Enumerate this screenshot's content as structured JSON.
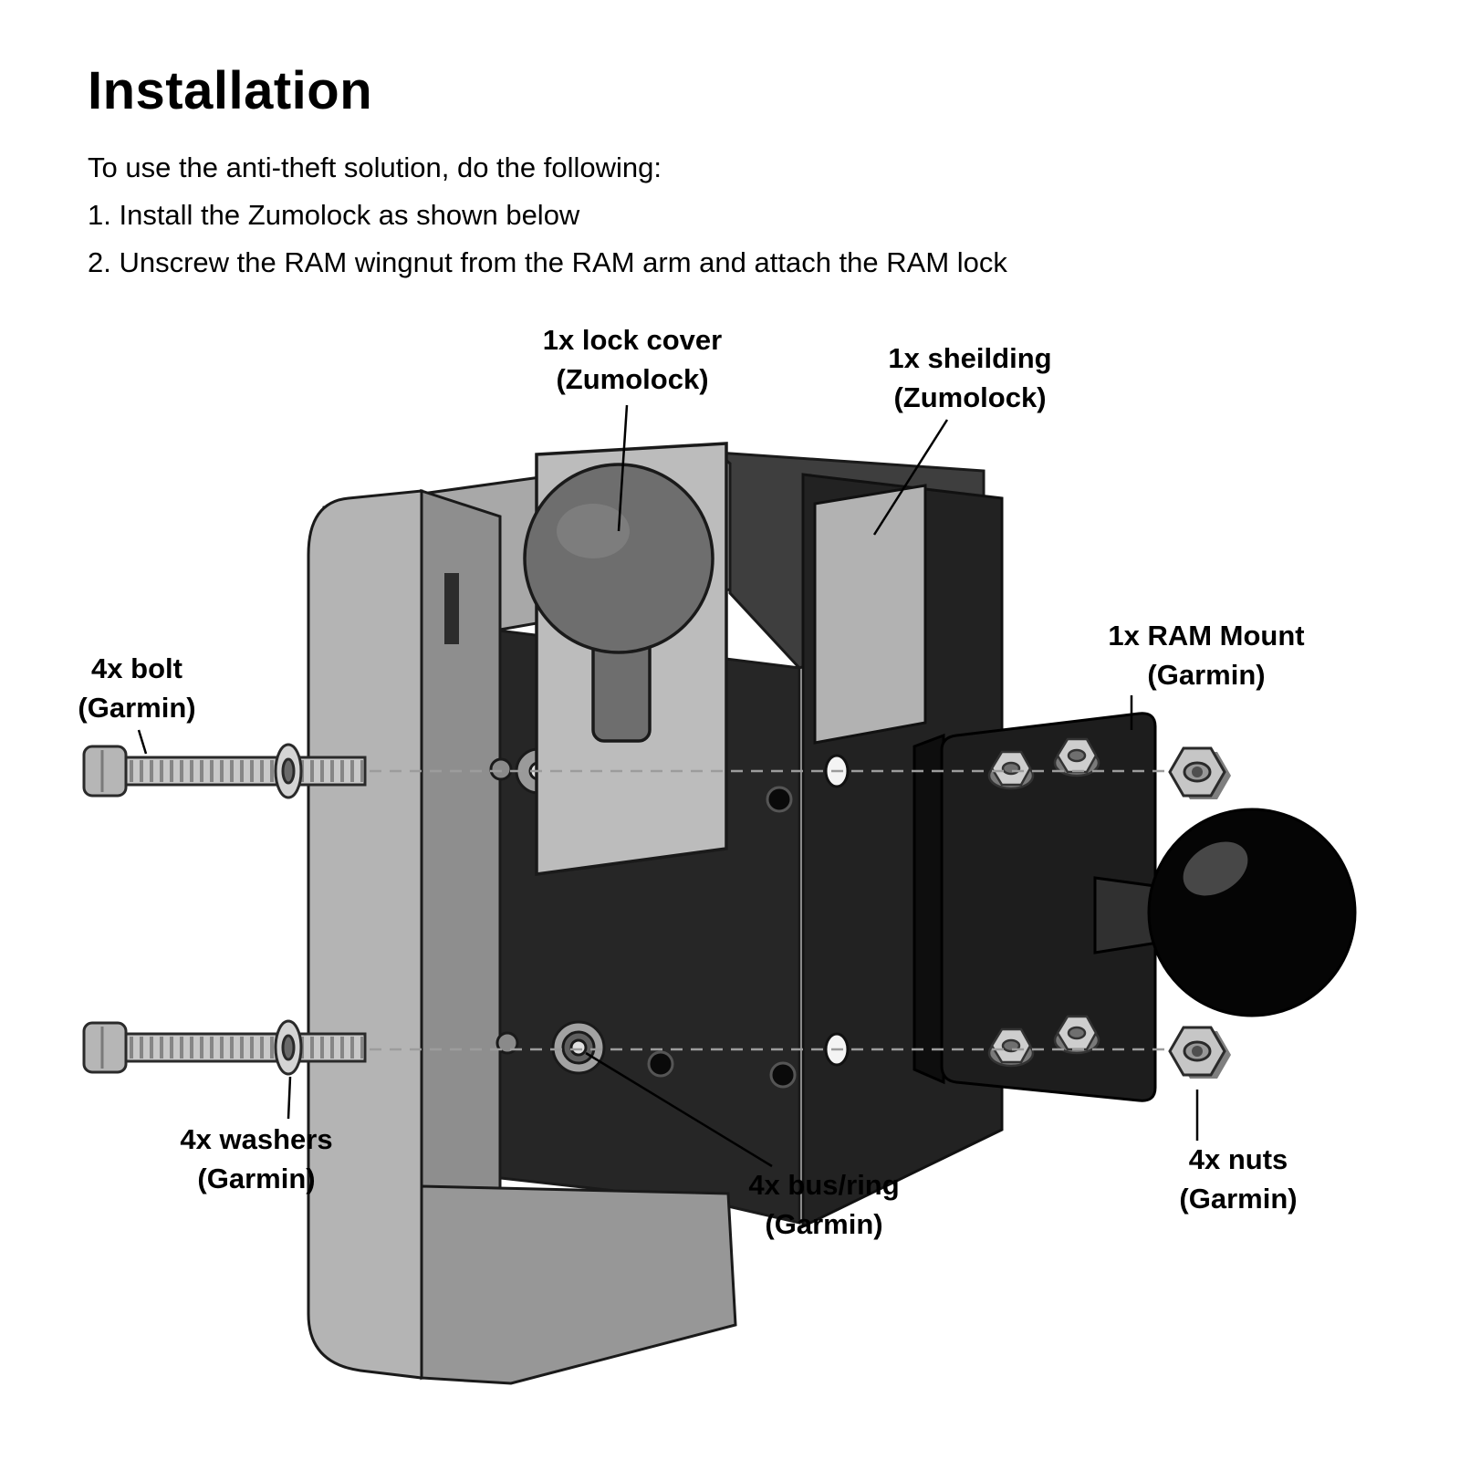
{
  "doc": {
    "title": "Installation",
    "intro": "To use the anti-theft solution, do the following:",
    "steps": [
      "1. Install the Zumolock as shown below",
      "2. Unscrew the RAM wingnut from the RAM arm and attach the RAM lock"
    ]
  },
  "callouts": [
    {
      "part": "lock-cover",
      "line1": "1x lock cover",
      "line2": "(Zumolock)"
    },
    {
      "part": "shielding",
      "line1": "1x sheilding",
      "line2": "(Zumolock)"
    },
    {
      "part": "bolt",
      "line1": "4x bolt",
      "line2": "(Garmin)"
    },
    {
      "part": "ram-mount",
      "line1": "1x RAM Mount",
      "line2": "(Garmin)"
    },
    {
      "part": "washers",
      "line1": "4x washers",
      "line2": "(Garmin)"
    },
    {
      "part": "bus-ring",
      "line1": "4x bus/ring",
      "line2": "(Garmin)"
    },
    {
      "part": "nuts",
      "line1": "4x nuts",
      "line2": "(Garmin)"
    }
  ],
  "colors": {
    "background": "#ffffff",
    "text": "#000000",
    "part_light": "#a8a8a8",
    "part_mid": "#6b6b6b",
    "part_dark": "#222222"
  }
}
